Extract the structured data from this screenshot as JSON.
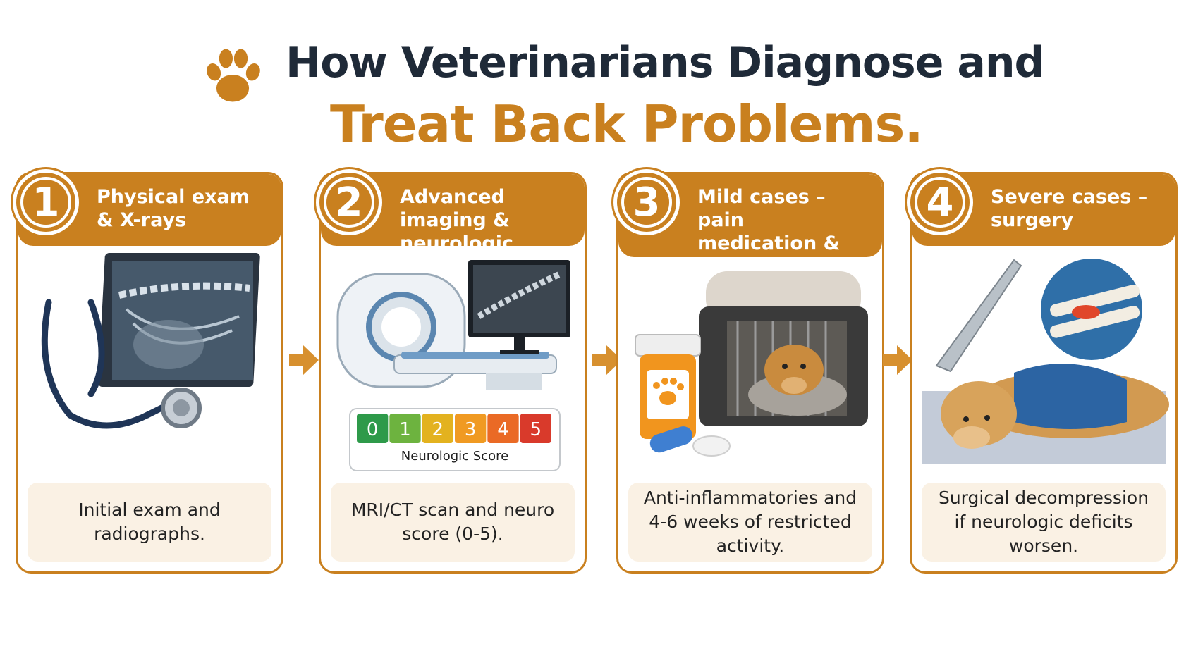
{
  "title": {
    "line1": "How Veterinarians Diagnose and",
    "line2": "Treat Back Problems."
  },
  "colors": {
    "accent": "#c9801f",
    "dark": "#1f2a38",
    "desc_bg": "#faf1e4"
  },
  "steps": [
    {
      "number": "1",
      "title": "Physical exam & X-rays",
      "description": "Initial exam and radiographs."
    },
    {
      "number": "2",
      "title": "Advanced imaging & neurologic grading",
      "description": "MRI/CT scan and neuro score (0-5)."
    },
    {
      "number": "3",
      "title": "Mild cases – pain medication & crate rest",
      "description": "Anti-inflammatories and 4-6 weeks of restricted activity."
    },
    {
      "number": "4",
      "title": "Severe cases – surgery",
      "description": "Surgical decompression if neurologic deficits worsen."
    }
  ],
  "neuro_score": {
    "label": "Neurologic Score",
    "levels": [
      "0",
      "1",
      "2",
      "3",
      "4",
      "5"
    ],
    "colors": [
      "#2e9a4a",
      "#6db33f",
      "#e3b21f",
      "#f09a22",
      "#ea6a25",
      "#d93a2b"
    ]
  },
  "icons": [
    "paw-icon",
    "stethoscope-icon",
    "xray-icon",
    "mri-scanner-icon",
    "monitor-icon",
    "pill-bottle-icon",
    "crate-icon",
    "dog-icon",
    "scalpel-icon",
    "spine-icon",
    "arrow-right-icon"
  ]
}
